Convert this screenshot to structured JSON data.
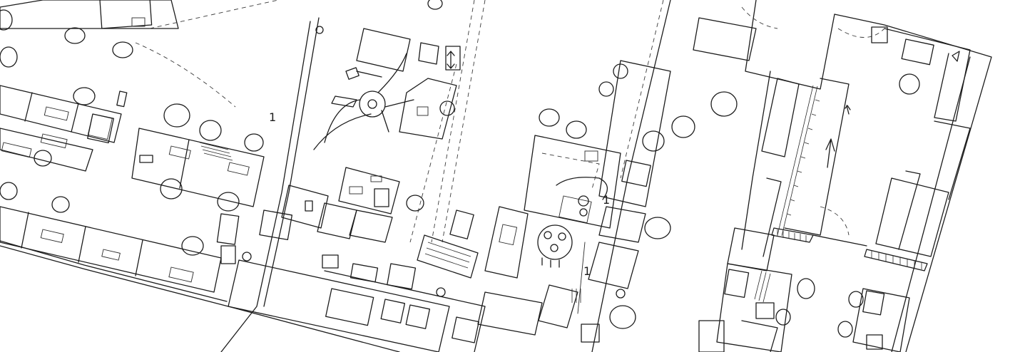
{
  "plan": {
    "labels": [
      {
        "id": "one-a",
        "text": "1"
      },
      {
        "id": "one-b",
        "text": "1"
      },
      {
        "id": "one-c",
        "text": "1"
      }
    ]
  },
  "colors": {
    "ink": "#1c1c1c",
    "paper": "#ffffff"
  }
}
